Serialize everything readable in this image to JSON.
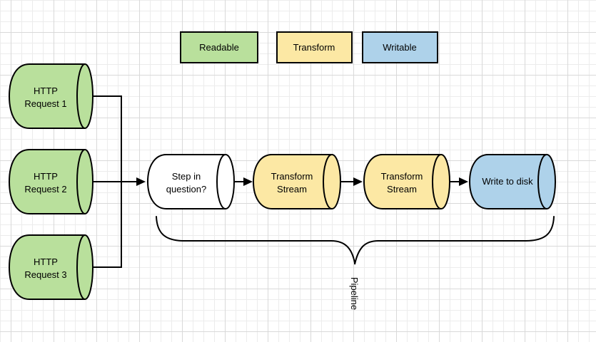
{
  "canvas": {
    "background": "#ffffff",
    "grid_minor_color": "#ececec",
    "grid_major_color": "#d9d9d9",
    "stroke_color": "#000000"
  },
  "legend": {
    "items": [
      {
        "label": "Readable",
        "color": "#b9e09c"
      },
      {
        "label": "Transform",
        "color": "#fce8a4"
      },
      {
        "label": "Writable",
        "color": "#aed2ea"
      }
    ]
  },
  "sources": [
    {
      "line1": "HTTP",
      "line2": "Request 1",
      "color": "#b9e09c"
    },
    {
      "line1": "HTTP",
      "line2": "Request 2",
      "color": "#b9e09c"
    },
    {
      "line1": "HTTP",
      "line2": "Request 3",
      "color": "#b9e09c"
    }
  ],
  "steps": [
    {
      "line1": "Step in",
      "line2": "question?",
      "color": "#ffffff"
    },
    {
      "line1": "Transform",
      "line2": "Stream",
      "color": "#fce8a4"
    },
    {
      "line1": "Transform",
      "line2": "Stream",
      "color": "#fce8a4"
    },
    {
      "line1": "Write to disk",
      "color": "#aed2ea"
    }
  ],
  "brace": {
    "label": "Pipeline"
  }
}
